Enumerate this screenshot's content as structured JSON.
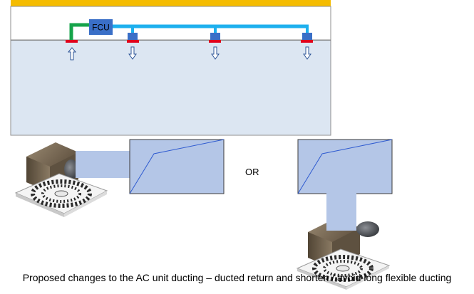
{
  "diagram": {
    "fcu_label": "FCU",
    "or_label": "OR",
    "caption": "Proposed changes to the AC unit ducting – ducted return  and shorten / avoid long flexible ducting"
  },
  "colors": {
    "ceiling_strip": "#F5BC00",
    "room_fill": "#DCE6F2",
    "supply_duct": "#1EB0EE",
    "return_duct": "#15A34A",
    "fcu_box": "#3A6FC7",
    "diffuser_marker": "#E0001B",
    "arrow_outline": "#2E5597",
    "flex_duct_fill": "#B4C6E7",
    "flex_line": "#2F5BD0"
  },
  "icons": [
    "up-arrow-icon",
    "down-arrow-icon",
    "ceiling-diffuser-icon"
  ]
}
